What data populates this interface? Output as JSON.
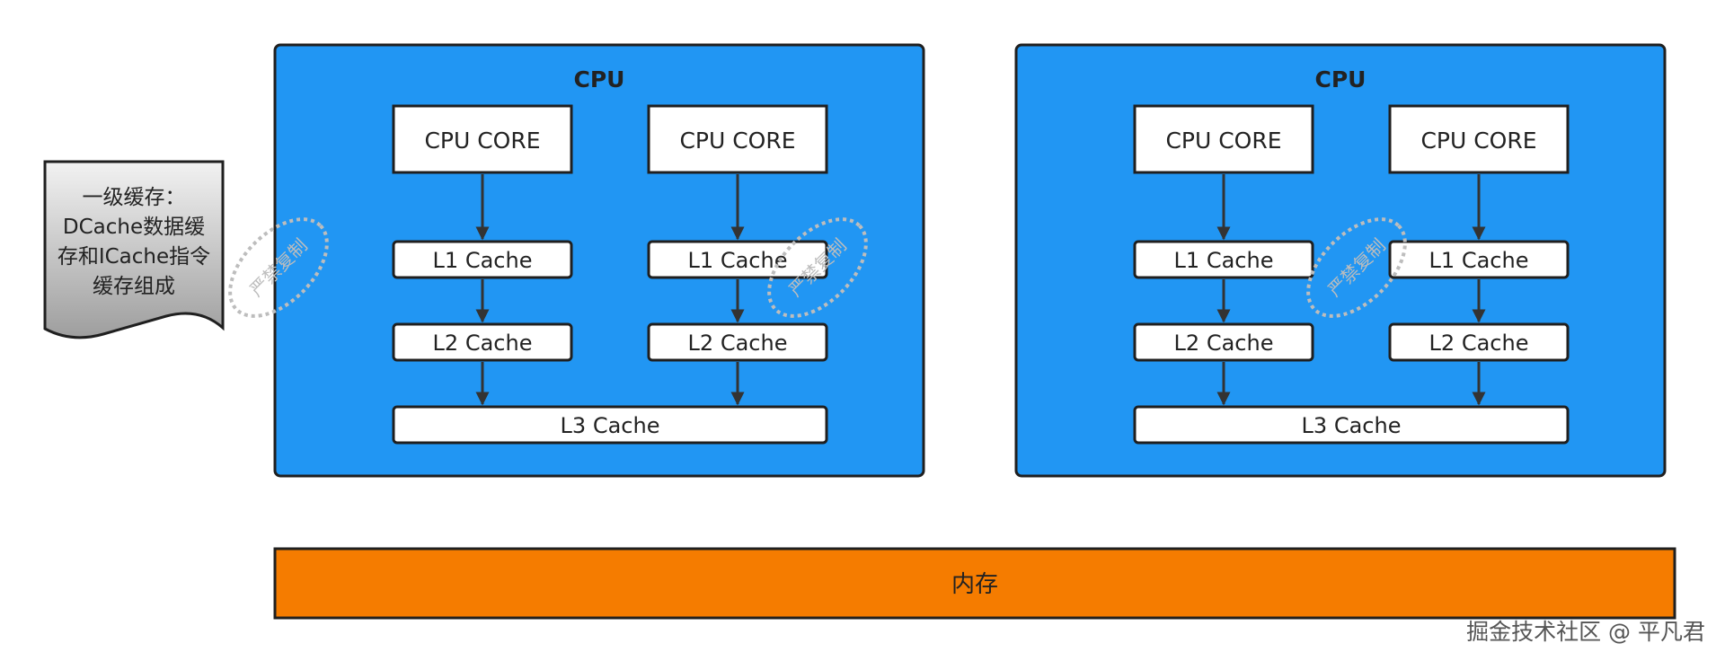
{
  "note": {
    "lines": [
      "一级缓存：",
      "DCache数据缓",
      "存和ICache指令",
      "缓存组成"
    ]
  },
  "cpus": [
    {
      "title": "CPU",
      "cores": [
        {
          "core": "CPU CORE",
          "l1": "L1 Cache",
          "l2": "L2 Cache"
        },
        {
          "core": "CPU CORE",
          "l1": "L1 Cache",
          "l2": "L2 Cache"
        }
      ],
      "l3": "L3 Cache"
    },
    {
      "title": "CPU",
      "cores": [
        {
          "core": "CPU CORE",
          "l1": "L1 Cache",
          "l2": "L2 Cache"
        },
        {
          "core": "CPU CORE",
          "l1": "L1 Cache",
          "l2": "L2 Cache"
        }
      ],
      "l3": "L3 Cache"
    }
  ],
  "memory": {
    "label": "内存"
  },
  "watermark": "严禁复制",
  "credit": "掘金技术社区 @ 平凡君",
  "colors": {
    "cpu_fill": "#2196F3",
    "memory_fill": "#F57C00",
    "box_fill": "#FFFFFF",
    "border": "#1F1F1F",
    "note_gradient_top": "#F2F2F2",
    "note_gradient_bottom": "#9E9E9E"
  }
}
